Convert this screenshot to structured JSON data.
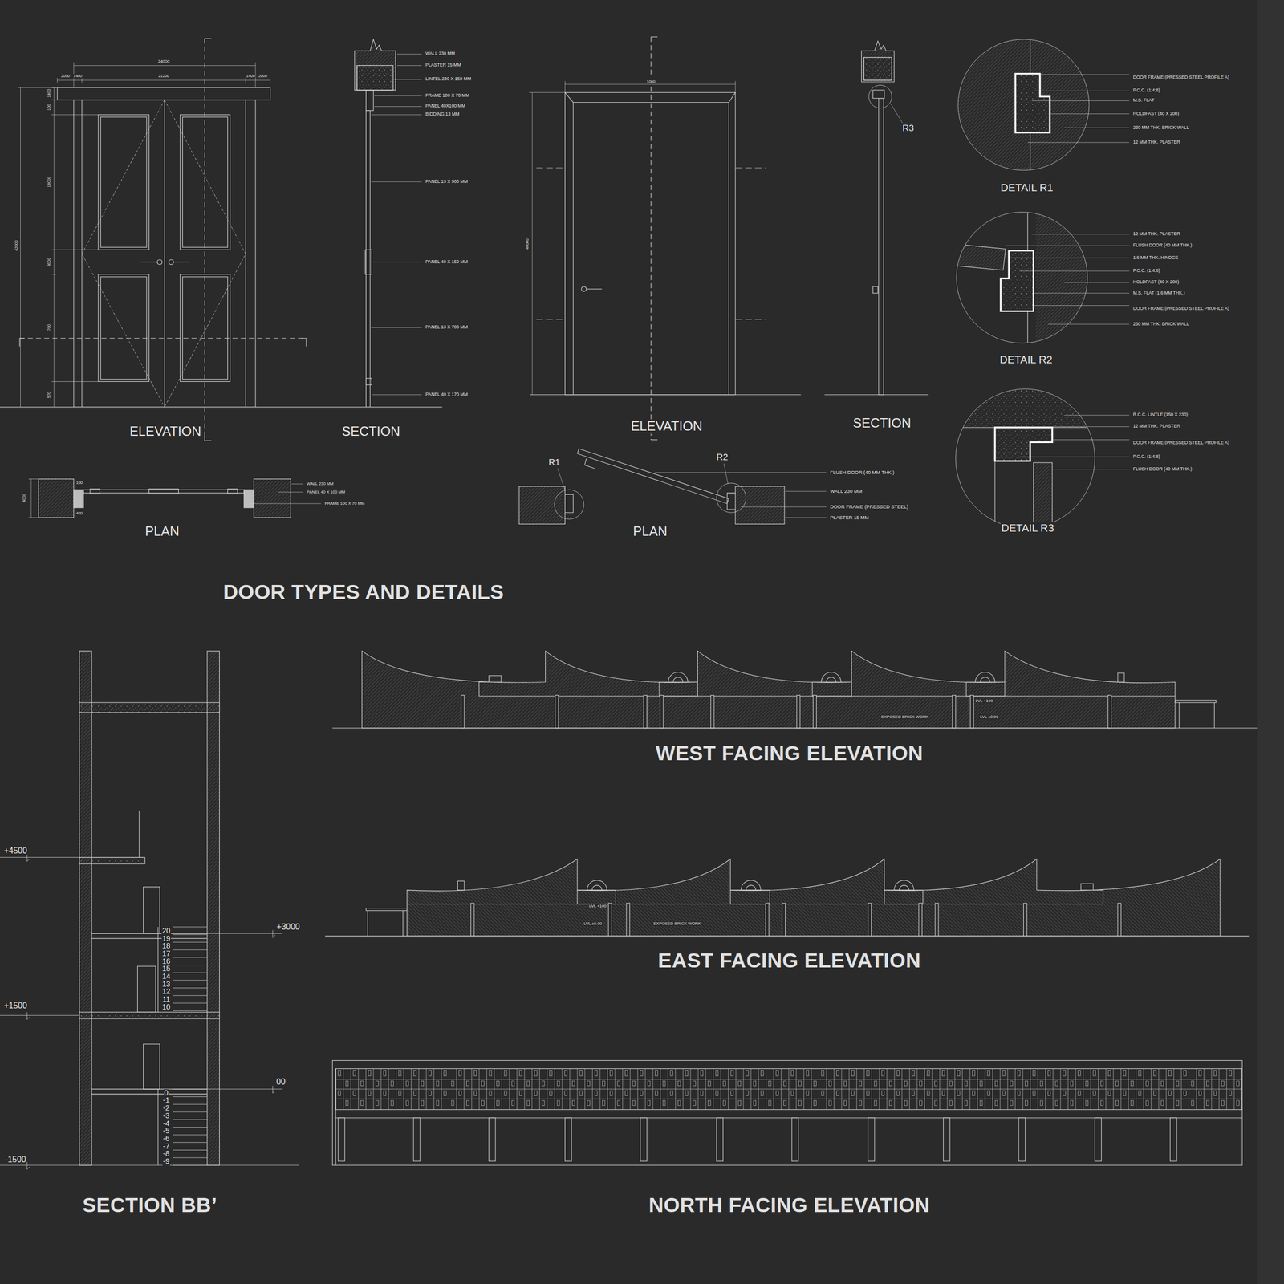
{
  "diagram": {
    "labels": [
      "24000",
      "2000",
      "1400",
      "21200",
      "1400",
      "2000",
      "1400",
      "100",
      "18000",
      "42000",
      "3000",
      "700",
      "570",
      "WALL 230 MM",
      "PLASTER  15 MM",
      "LINTEL 230 X 150 MM",
      "FRAME 100 X 70 MM",
      "PANEL  40X100 MM",
      "BIDDING 13 MM",
      "PANEL 13 X 900 MM",
      "PANEL 40 X 150 MM",
      "PANEL 13 X 700 MM",
      "PANEL 40 X 170 MM",
      "ELEVATION",
      "SECTION",
      "4000",
      "100",
      "400",
      "WALL 230 MM",
      "PANEL 40 X 100 MM",
      "FRAME 100 X 70 MM",
      "PLAN",
      "1000",
      "40000",
      "ELEVATION",
      "R3",
      "SECTION",
      "R1",
      "R2",
      "FLUSH DOOR (40 MM THK.)",
      "WALL 230  MM",
      "DOOR FRAME (PRESSED STEEL)",
      "PLASTER 15 MM",
      "PLAN",
      "DOOR FRAME (PRESSED STEEL PROFILE A)",
      "P.C.C. (1:4:8)",
      "M.S. FLAT",
      "HOLDFAST (40 X 200)",
      "230 MM THK. BRICK WALL",
      "12 MM THK. PLASTER",
      "DETAIL R1",
      "12 MM THK. PLASTER",
      "FLUSH DOOR (40 MM THK.)",
      "1.6 MM THK. HINDGE",
      "P.C.C. (1:4:8)",
      "HOLDFAST (40 X 200)",
      "M.S. FLAT (1.6 MM THK.)",
      "DOOR FRAME (PRESSED STEEL PROFILE A)",
      "230 MM THK. BRICK WALL",
      "DETAIL R2",
      "R.C.C. LINTLE (150 X 230)",
      "12 MM THK. PLASTER",
      "DOOR FRAME (PRESSED STEEL PROFILE A)",
      "P.C.C. (1:4:8)",
      "FLUSH DOOR (40 MM THK.)",
      "DETAIL R3",
      "DOOR TYPES AND DETAILS",
      "+4500",
      "+3000",
      "+1500",
      "00",
      "-1500",
      "20",
      "19",
      "18",
      "17",
      "16",
      "15",
      "14",
      "13",
      "12",
      "11",
      "10",
      "0",
      "-1",
      "-2",
      "-3",
      "-4",
      "-5",
      "-6",
      "-7",
      "-8",
      "-9",
      "SECTION BB’",
      "LVL +100",
      "EXPOSED BRICK WORK",
      "LVL ±0.00",
      "WEST FACING ELEVATION",
      "LVL +100",
      "LVL ±0.00",
      "EXPOSED BRICK WORK",
      "EAST FACING ELEVATION",
      "NORTH FACING ELEVATION"
    ]
  }
}
